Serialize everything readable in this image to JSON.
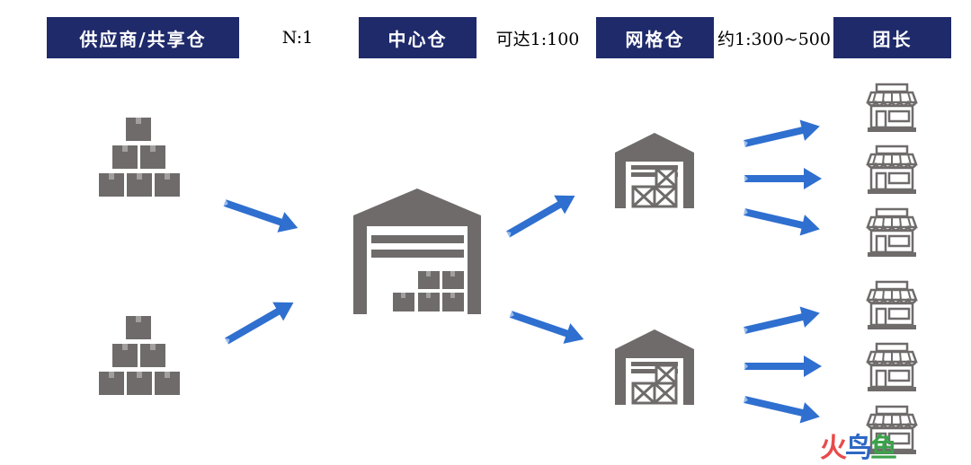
{
  "header": {
    "supplier": "供应商/共享仓",
    "ratio_supplier_center": "N:1",
    "center": "中心仓",
    "ratio_center_grid": "可达1:100",
    "grid": "网格仓",
    "ratio_grid_leader": "约1:300~500",
    "leader": "团长"
  },
  "icons": {
    "supplier_boxes": "stacked-boxes-icon",
    "center_warehouse": "central-warehouse-icon",
    "grid_warehouse": "grid-warehouse-icon",
    "leader_store": "storefront-icon",
    "flow_arrow": "flow-arrow-icon"
  },
  "colors": {
    "header_bg": "#1f2a6b",
    "icon_gray": "#6f6b6b",
    "arrow_blue": "#2f6fcf"
  },
  "watermark": {
    "part1": "火",
    "part2": "鸟",
    "part3": "鱼"
  }
}
